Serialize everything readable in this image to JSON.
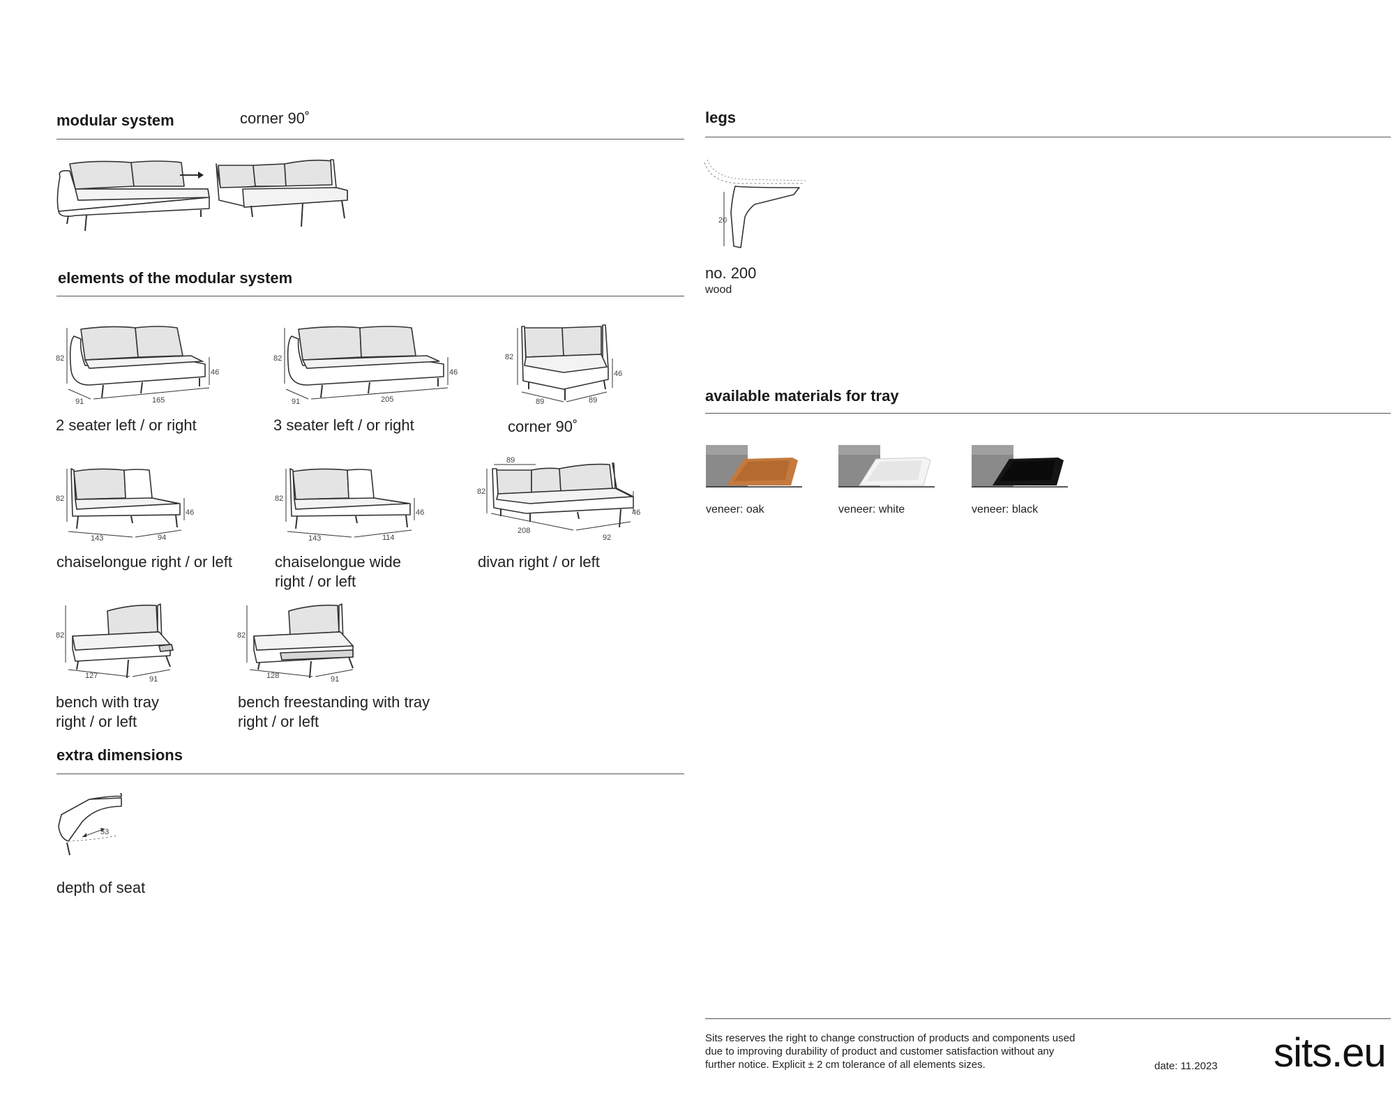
{
  "modular": {
    "title": "modular system",
    "subtitle": "corner 90˚"
  },
  "elements": {
    "title": "elements of the modular system",
    "items": [
      {
        "label": "2 seater left / or right",
        "dims": [
          "82",
          "46",
          "91",
          "165"
        ]
      },
      {
        "label": "3 seater left / or right",
        "dims": [
          "82",
          "46",
          "91",
          "205"
        ]
      },
      {
        "label": "corner 90˚",
        "dims": [
          "82",
          "46",
          "89",
          "89"
        ]
      },
      {
        "label": "chaiselongue right / or left",
        "dims": [
          "82",
          "46",
          "143",
          "94"
        ]
      },
      {
        "label_line1": "chaiselongue wide",
        "label_line2": "right / or left",
        "dims": [
          "82",
          "46",
          "143",
          "114"
        ]
      },
      {
        "label": "divan right / or left",
        "dims": [
          "89",
          "82",
          "46",
          "208",
          "92"
        ]
      },
      {
        "label_line1": "bench with tray",
        "label_line2": "right / or left",
        "dims": [
          "82",
          "127",
          "91"
        ]
      },
      {
        "label_line1": "bench freestanding with tray",
        "label_line2": "right / or left",
        "dims": [
          "82",
          "128",
          "91"
        ]
      }
    ]
  },
  "extra": {
    "title": "extra dimensions",
    "dim": "53",
    "label": "depth of seat"
  },
  "legs": {
    "title": "legs",
    "dim": "20",
    "name": "no. 200",
    "material": "wood"
  },
  "tray": {
    "title": "available materials for tray",
    "swatches": [
      {
        "label": "veneer: oak",
        "color": "#c47a3e"
      },
      {
        "label": "veneer: white",
        "color": "#f4f4f4"
      },
      {
        "label": "veneer: black",
        "color": "#151515"
      }
    ]
  },
  "footer": {
    "line1": "Sits reserves the right to change construction of products and components used",
    "line2": "due to improving durability of product and customer satisfaction without any",
    "line3": "further notice. Explicit ± 2 cm tolerance of all elements sizes.",
    "date": "date: 11.2023",
    "logo": "sits.eu"
  }
}
